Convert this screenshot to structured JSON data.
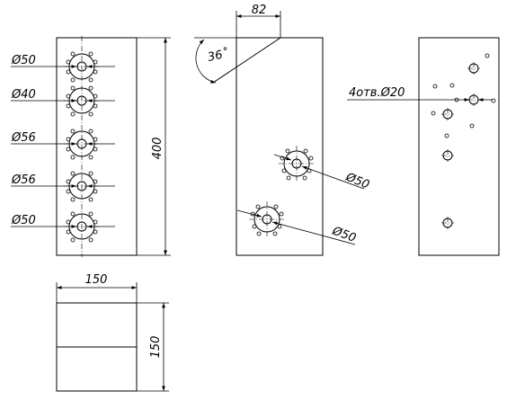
{
  "view_front": {
    "hole_labels": [
      "Ø50",
      "Ø40",
      "Ø56",
      "Ø56",
      "Ø50"
    ],
    "height_label": "400"
  },
  "view_side": {
    "width_label": "82",
    "angle_label": "36˚",
    "hole_labels": [
      "Ø50",
      "Ø50"
    ]
  },
  "view_back": {
    "hole_note": "4отв.Ø20"
  },
  "view_bottom": {
    "width_label": "150",
    "height_label": "150"
  },
  "colors": {
    "line": "#000000",
    "background": "#ffffff"
  }
}
